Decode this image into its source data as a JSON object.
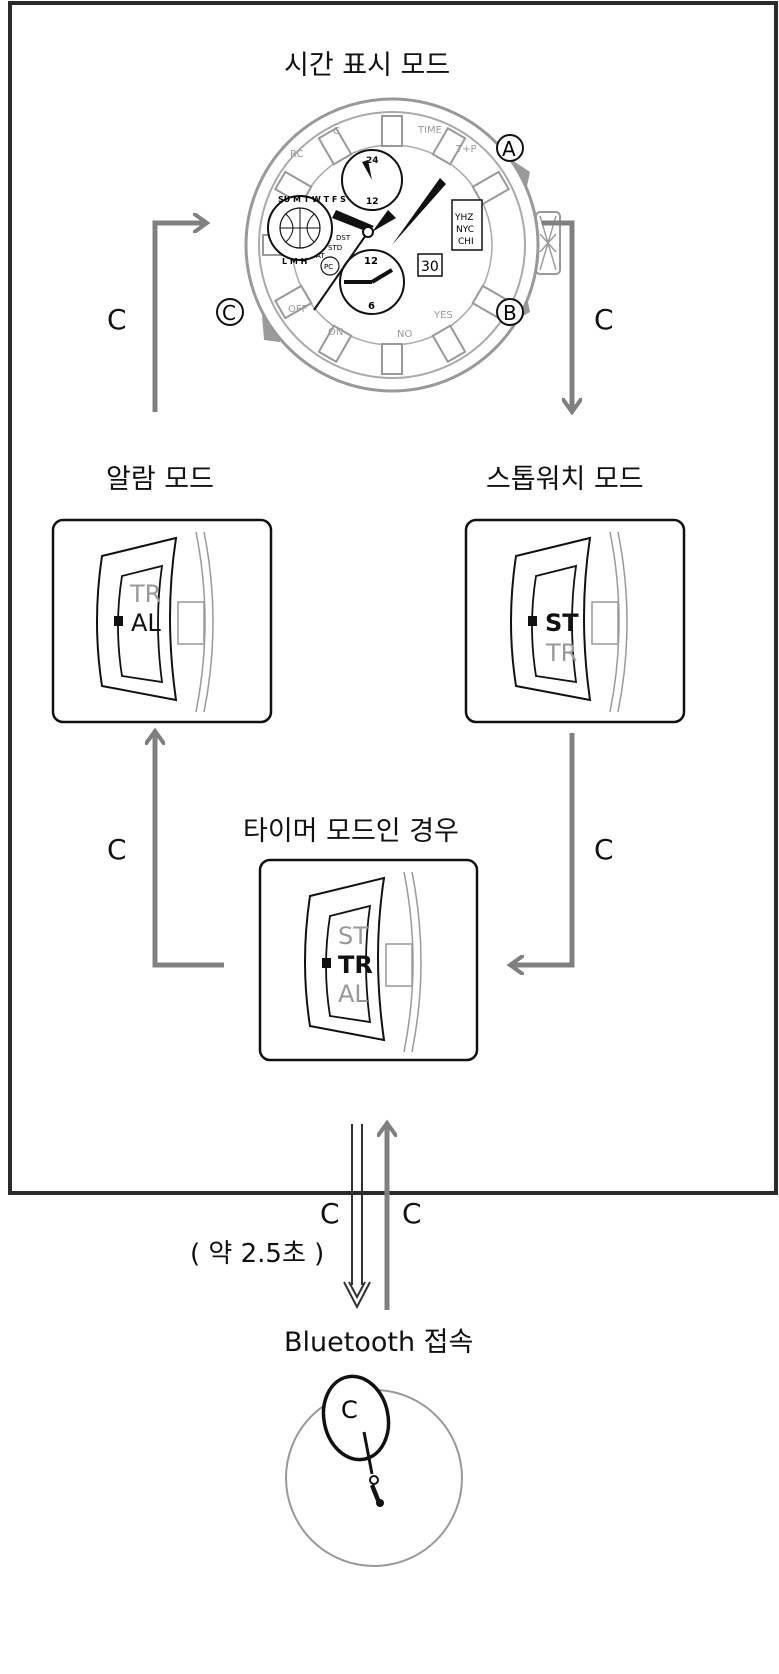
{
  "modes": {
    "timekeeping": "시간 표시 모드",
    "alarm": "알람 모드",
    "stopwatch": "스톱워치 모드",
    "timer": "타이머 모드인 경우",
    "bluetooth": "Bluetooth 접속"
  },
  "buttons": {
    "a": "A",
    "b": "B",
    "c": "C"
  },
  "arrow_label": "C",
  "hold_note": "( 약 2.5초 )",
  "watch": {
    "bezel_marks": [
      "C",
      "TIME",
      "T+P",
      "RC",
      "OFF",
      "ON",
      "NO",
      "YES"
    ],
    "cities": [
      "YHZ",
      "NYC",
      "CHI"
    ],
    "date": "30",
    "dial_24": "24",
    "dial_12_top": "12",
    "dial_12": "12",
    "dial_6": "6",
    "days": "SU M T W T F S",
    "at": "AT",
    "std": "STD",
    "dst": "DST",
    "pc": "PC",
    "lmh": "L  M  H"
  },
  "alarm_panel": {
    "top": "TR",
    "current": "AL"
  },
  "stopwatch_panel": {
    "current": "ST",
    "bottom": "TR"
  },
  "timer_panel": {
    "top": "ST",
    "current": "TR",
    "bottom": "AL"
  },
  "colors": {
    "arrow": "#808080",
    "frame": "#2b2b2b",
    "light": "#9a9a9a"
  }
}
